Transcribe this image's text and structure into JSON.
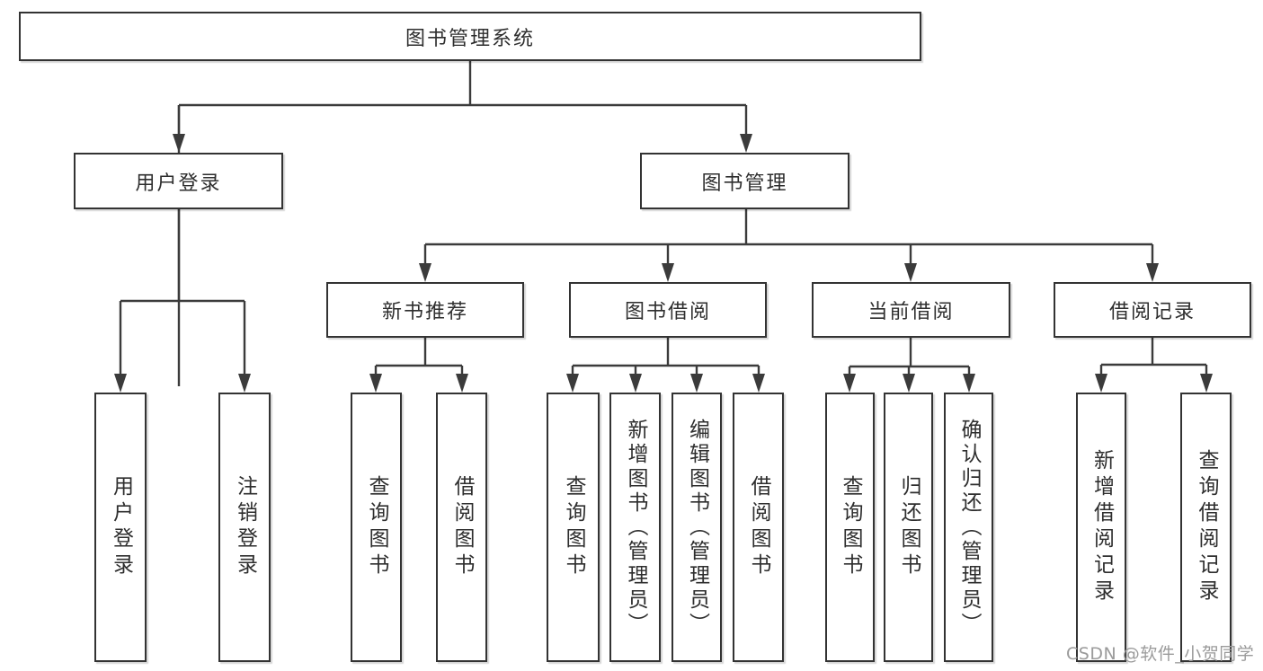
{
  "diagram_title": "图书管理系统",
  "tree": {
    "root": {
      "label": "图书管理系统",
      "children": [
        {
          "label": "用户登录",
          "children": [
            {
              "label": "用户登录"
            },
            {
              "label": "注销登录"
            }
          ]
        },
        {
          "label": "图书管理",
          "children": [
            {
              "label": "新书推荐",
              "children": [
                {
                  "label": "查询图书"
                },
                {
                  "label": "借阅图书"
                }
              ]
            },
            {
              "label": "图书借阅",
              "children": [
                {
                  "label": "查询图书"
                },
                {
                  "label": "新增图书（管理员）"
                },
                {
                  "label": "编辑图书（管理员）"
                },
                {
                  "label": "借阅图书"
                }
              ]
            },
            {
              "label": "当前借阅",
              "children": [
                {
                  "label": "查询图书"
                },
                {
                  "label": "归还图书"
                },
                {
                  "label": "确认归还（管理员）"
                }
              ]
            },
            {
              "label": "借阅记录",
              "children": [
                {
                  "label": "新增借阅记录"
                },
                {
                  "label": "查询借阅记录"
                }
              ]
            }
          ]
        }
      ]
    }
  },
  "watermark": {
    "text": "CSDN @软件_小贺同学"
  },
  "colors": {
    "line": "#3b3b3b",
    "border": "#333333",
    "text": "#2e2e2e",
    "watermark": "#9b9b9b",
    "background": "#ffffff"
  }
}
